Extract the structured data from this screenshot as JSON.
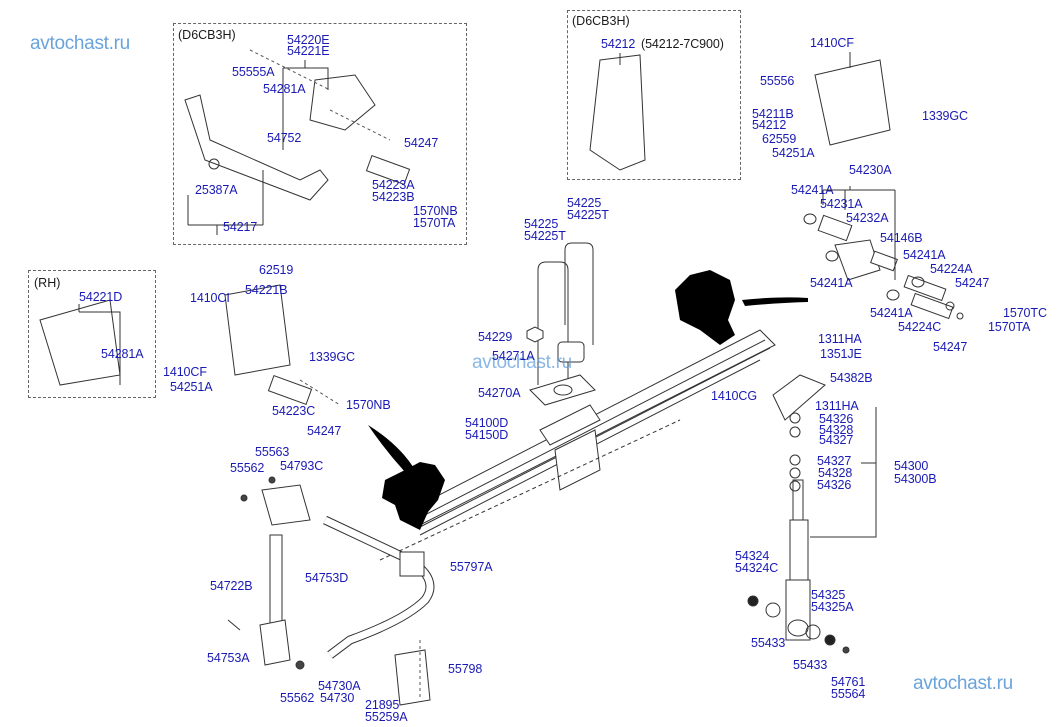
{
  "diagram": {
    "title": "Rear leaf spring suspension parts diagram",
    "colors": {
      "label": "#1a1ab4",
      "watermark": "#5a9ad8",
      "line": "#333333"
    },
    "watermark": "avtochast.ru",
    "groups": [
      {
        "id": "d6cb3h-front-hanger",
        "title": "(D6CB3H)"
      },
      {
        "id": "d6cb3h-bracket",
        "title": "(D6CB3H)",
        "note": "(54212-7C900)"
      },
      {
        "id": "rh",
        "title": "(RH)"
      }
    ],
    "labels": {
      "g1_55555A": "55555A",
      "g1_54220E": "54220E",
      "g1_54221E": "54221E",
      "g1_54281A": "54281A",
      "g1_54752": "54752",
      "g1_54247": "54247",
      "g1_25387A": "25387A",
      "g1_54223A": "54223A",
      "g1_54223B": "54223B",
      "g1_1570NB": "1570NB",
      "g1_1570TA": "1570TA",
      "g1_54217": "54217",
      "g2_54212": "54212",
      "tr_1410CF": "1410CF",
      "tr_55556": "55556",
      "tr_54211B": "54211B",
      "tr_54212": "54212",
      "tr_1339GC": "1339GC",
      "tr_62559": "62559",
      "tr_54251A": "54251A",
      "sh_54230A": "54230A",
      "sh_54241A_1": "54241A",
      "sh_54231A": "54231A",
      "sh_54232A": "54232A",
      "sh_54146B": "54146B",
      "sh_54241A_2": "54241A",
      "sh_54241A_3": "54241A",
      "sh_54224A": "54224A",
      "sh_54247_1": "54247",
      "sh_1570TC": "1570TC",
      "sh_1570TA": "1570TA",
      "sh_54241A_4": "54241A",
      "sh_54224C": "54224C",
      "sh_54247_2": "54247",
      "rh_54221D": "54221D",
      "rh_54281A": "54281A",
      "ml_62519": "62519",
      "ml_1410CI": "1410CI",
      "ml_54221B": "54221B",
      "ml_1410CF": "1410CF",
      "ml_1339GC": "1339GC",
      "ml_54251A": "54251A",
      "ml_54223C": "54223C",
      "ml_1570NB": "1570NB",
      "ml_54247": "54247",
      "ub_54225_1": "54225",
      "ub_54225T_1": "54225T",
      "ub_54225_2": "54225",
      "ub_54225T_2": "54225T",
      "ub_54229": "54229",
      "ub_54271A": "54271A",
      "ub_54270A": "54270A",
      "ls_54100D": "54100D",
      "ls_54150D": "54150D",
      "sa_1311HA_1": "1311HA",
      "sa_1351JE": "1351JE",
      "sa_54382B": "54382B",
      "sa_1410CG": "1410CG",
      "sa_1311HA_2": "1311HA",
      "sa_54326_1": "54326",
      "sa_54328_1": "54328",
      "sa_54327_1": "54327",
      "sa_54327_2": "54327",
      "sa_54328_2": "54328",
      "sa_54326_2": "54326",
      "sa_54300": "54300",
      "sa_54300B": "54300B",
      "sa_54324": "54324",
      "sa_54324C": "54324C",
      "sa_54325": "54325",
      "sa_54325A": "54325A",
      "sa_55433_1": "55433",
      "sa_55433_2": "55433",
      "sa_54761": "54761",
      "sa_55564": "55564",
      "sb_55563": "55563",
      "sb_55562_1": "55562",
      "sb_54793C": "54793C",
      "sb_54753D": "54753D",
      "sb_55797A": "55797A",
      "sb_54722B": "54722B",
      "sb_54753A": "54753A",
      "sb_55562_2": "55562",
      "sb_54730A": "54730A",
      "sb_54730": "54730",
      "sb_55798": "55798",
      "sb_21895": "21895",
      "sb_55259A": "55259A"
    }
  }
}
